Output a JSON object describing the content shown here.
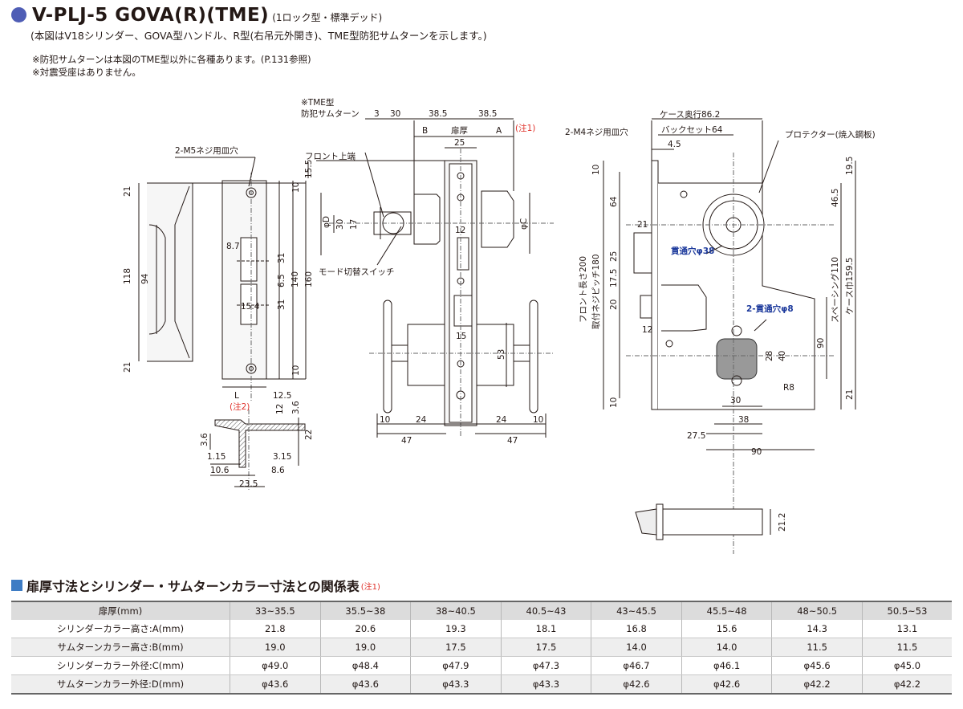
{
  "header": {
    "title": "V-PLJ-5 GOVA(R)(TME)",
    "subtitle": "(1ロック型・標準デッド)",
    "desc": "(本図はV18シリンダー、GOVA型ハンドル、R型(右吊元外開き)、TME型防犯サムターンを示します。)",
    "note1": "※防犯サムターンは本図のTME型以外に各種あります。(P.131参照)",
    "note2": "※対震受座はありません。"
  },
  "colors": {
    "accent": "#4f5db5",
    "red": "#e0322b",
    "blue": "#1d3a9c",
    "table_square": "#3e7cc4"
  },
  "drawing": {
    "strike": {
      "screw": "2-M5ネジ用皿穴",
      "d_21a": "21",
      "d_118": "118",
      "d_94": "94",
      "d_21b": "21",
      "d_87": "8.7",
      "d_154": "15.4",
      "d_L": "L",
      "d_125": "12.5",
      "note2": "(注2)",
      "d_10t": "10",
      "d_155": "15.5",
      "d_31a": "31",
      "d_65": "6.5",
      "d_31b": "31",
      "d_140": "140",
      "d_160": "160",
      "d_10b": "10"
    },
    "section": {
      "d_12": "12",
      "d_36a": "3.6",
      "d_22": "22",
      "d_36b": "3.6",
      "d_115": "1.15",
      "d_315": "3.15",
      "d_106": "10.6",
      "d_86": "8.6",
      "d_235": "23.5"
    },
    "front": {
      "tme1": "※TME型",
      "tme2": "防犯サムターン",
      "d_3": "3",
      "d_30": "30",
      "d_385a": "38.5",
      "d_385b": "38.5",
      "B": "B",
      "thick": "扉厚",
      "A": "A",
      "note1": "(注1)",
      "d_25": "25",
      "front_top": "フロント上端",
      "phiD": "φD",
      "d_30v": "30",
      "d_17": "17",
      "phiC": "φC",
      "d_12": "12",
      "mode": "モード切替スイッチ",
      "d_15": "15",
      "d_53": "53",
      "d_10a": "10",
      "d_24a": "24",
      "d_47a": "47",
      "d_24b": "24",
      "d_10b": "10",
      "d_47b": "47"
    },
    "side": {
      "case_depth": "ケース奥行86.2",
      "backset": "バックセット64",
      "screw": "2-M4ネジ用皿穴",
      "d_45": "4.5",
      "protector": "プロテクター(焼入鋼板)",
      "d_10t": "10",
      "d_64": "64",
      "d_21": "21",
      "d_25": "25",
      "d_175": "17.5",
      "d_20": "20",
      "d_12": "12",
      "d_10b": "10",
      "front_len": "フロント長さ200",
      "pitch": "取付ネジピッチ180",
      "hole38": "貫通穴φ38",
      "hole8": "2-貫通穴φ8",
      "d_28": "28",
      "d_40": "40",
      "R8": "R8",
      "d_30": "30",
      "d_38": "38",
      "d_275": "27.5",
      "d_90h": "90",
      "d_195": "19.5",
      "d_465": "46.5",
      "spacing": "スペーシング110",
      "case_h": "ケース巾159.5",
      "d_90v": "90",
      "d_21r": "21"
    },
    "bottom": {
      "d_212": "21.2"
    }
  },
  "table": {
    "title": "扉厚寸法とシリンダー・サムターンカラー寸法との関係表",
    "note": "(注1)",
    "headers": [
      "扉厚(mm)",
      "33~35.5",
      "35.5~38",
      "38~40.5",
      "40.5~43",
      "43~45.5",
      "45.5~48",
      "48~50.5",
      "50.5~53"
    ],
    "rows": [
      [
        "シリンダーカラー高さ:A(mm)",
        "21.8",
        "20.6",
        "19.3",
        "18.1",
        "16.8",
        "15.6",
        "14.3",
        "13.1"
      ],
      [
        "サムターンカラー高さ:B(mm)",
        "19.0",
        "19.0",
        "17.5",
        "17.5",
        "14.0",
        "14.0",
        "11.5",
        "11.5"
      ],
      [
        "シリンダーカラー外径:C(mm)",
        "φ49.0",
        "φ48.4",
        "φ47.9",
        "φ47.3",
        "φ46.7",
        "φ46.1",
        "φ45.6",
        "φ45.0"
      ],
      [
        "サムターンカラー外径:D(mm)",
        "φ43.6",
        "φ43.6",
        "φ43.3",
        "φ43.3",
        "φ42.6",
        "φ42.6",
        "φ42.2",
        "φ42.2"
      ]
    ]
  }
}
